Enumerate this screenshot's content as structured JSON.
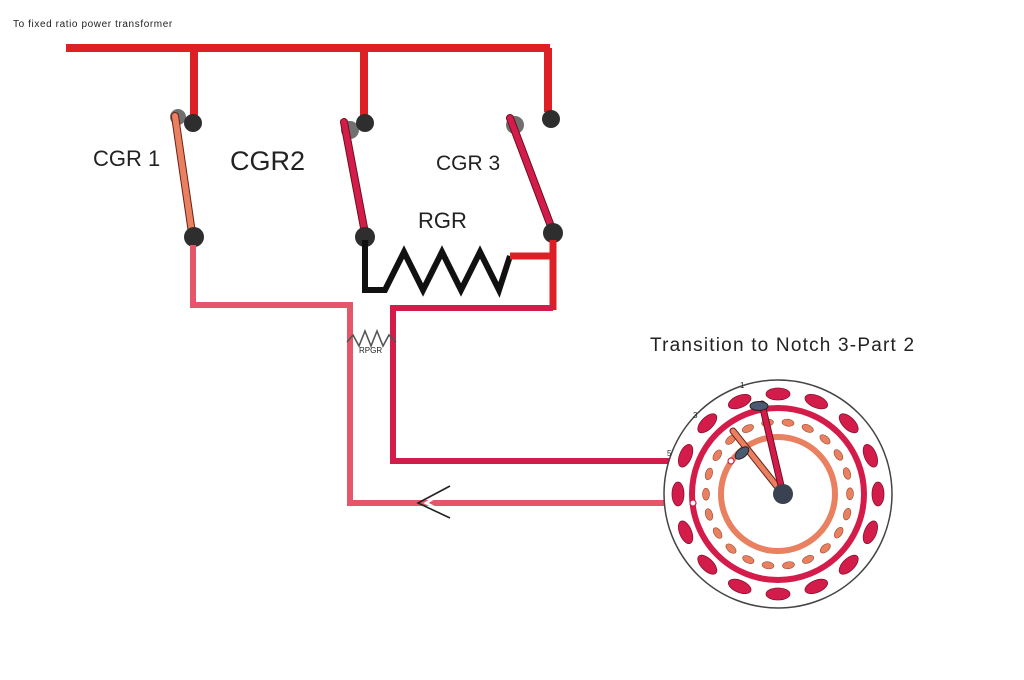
{
  "diagram": {
    "supply_label": "To fixed ratio power transformer",
    "title": "Transition to Notch 3-Part 2",
    "switches": [
      {
        "label": "CGR 1"
      },
      {
        "label": "CGR2"
      },
      {
        "label": "CGR 3"
      }
    ],
    "resistor_label": "RGR",
    "small_resistor_label": "RPGR",
    "tap_numbers": [
      "1",
      "3",
      "5"
    ]
  },
  "colors": {
    "bus_red": "#dd1f26",
    "crimson": "#d41c4a",
    "pink": "#e5566a",
    "salmon": "#e98060",
    "dark": "#3a3a3a",
    "grey_contact": "#707070",
    "resistor_black": "#111111"
  }
}
